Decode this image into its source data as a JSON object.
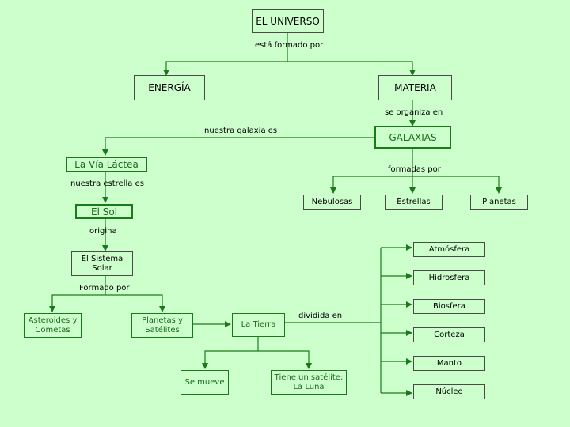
{
  "colors": {
    "background": "#ccffcc",
    "line": "#1a7a1a",
    "node_text_green": "#1a6b1a",
    "node_text_black": "#000000"
  },
  "nodes": {
    "universo": "EL UNIVERSO",
    "energia": "ENERGÍA",
    "materia": "MATERIA",
    "galaxias": "GALAXIAS",
    "via_lactea": "La Vía Láctea",
    "nebulosas": "Nebulosas",
    "estrellas": "Estrellas",
    "planetas": "Planetas",
    "el_sol": "El Sol",
    "sistema_solar": "El Sistema Solar",
    "asteroides": "Asteroides y Cometas",
    "planetas_satelites": "Planetas y Satélites",
    "la_tierra": "La Tierra",
    "se_mueve": "Se mueve",
    "satelite": "Tiene un satélite: La Luna",
    "atmosfera": "Atmósfera",
    "hidrosfera": "Hidrosfera",
    "biosfera": "Biosfera",
    "corteza": "Corteza",
    "manto": "Manto",
    "nucleo": "Núcleo"
  },
  "labels": {
    "esta_formado_por": "está formado por",
    "se_organiza_en": "se organiza en",
    "nuestra_galaxia_es": "nuestra galaxia es",
    "formadas_por": "formadas por",
    "nuestra_estrella_es": "nuestra estrella es",
    "origina": "origina",
    "formado_por": "Formado por",
    "dividida_en": "dividida en"
  }
}
